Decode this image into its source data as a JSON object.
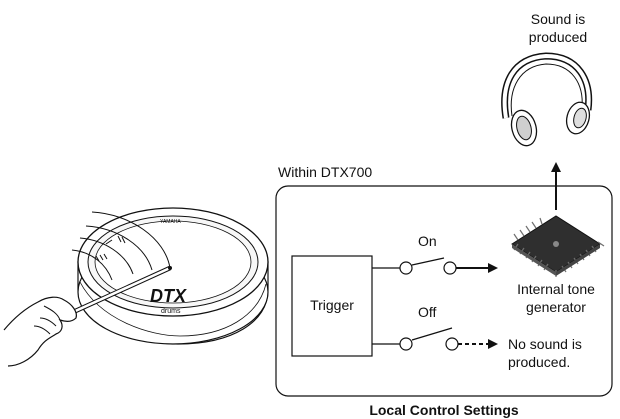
{
  "diagram": {
    "within_label": "Within DTX700",
    "trigger_label": "Trigger",
    "on_label": "On",
    "off_label": "Off",
    "tone_generator_label_line1": "Internal tone",
    "tone_generator_label_line2": "generator",
    "no_sound_line1": "No sound is",
    "no_sound_line2": "produced.",
    "sound_produced_line1": "Sound is",
    "sound_produced_line2": "produced",
    "caption": "Local Control Settings",
    "pad_logo": "DTX",
    "pad_logo_sub": "drums",
    "pad_brand": "YAMAHA"
  },
  "colors": {
    "line": "#111111",
    "chip_body": "#3a3a3a",
    "chip_pins": "#777777",
    "pad_rim": "#f2f2f2"
  }
}
